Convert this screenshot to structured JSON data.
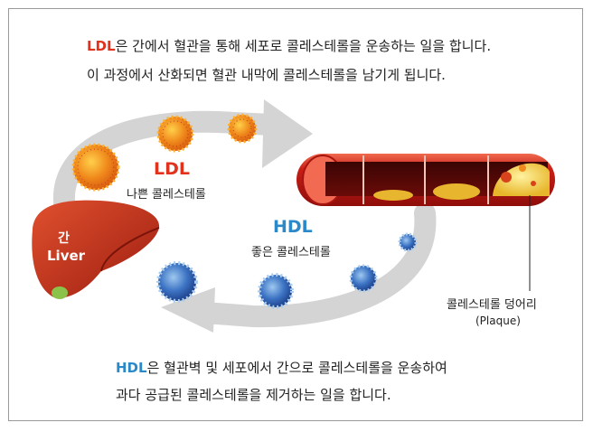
{
  "top_text": {
    "line1_ldl": "LDL",
    "line1_rest": "은 간에서 혈관을 통해 세포로 콜레스테롤을 운송하는 일을 합니다.",
    "line2": "이 과정에서 산화되면 혈관 내막에 콜레스테롤을 남기게 됩니다."
  },
  "ldl": {
    "title": "LDL",
    "subtitle": "나쁜 콜레스테롤"
  },
  "hdl": {
    "title": "HDL",
    "subtitle": "좋은 콜레스테롤"
  },
  "liver": {
    "korean": "간",
    "english": "Liver"
  },
  "plaque": {
    "label": "콜레스테롤 덩어리",
    "english": "(Plaque)"
  },
  "bottom_text": {
    "line1_hdl": "HDL",
    "line1_rest": "은 혈관벽 및 세포에서 간으로 콜레스테롤을 운송하여",
    "line2": "과다 공급된 콜레스테롤을 제거하는 일을 합니다."
  },
  "colors": {
    "ldl_red": "#e0321c",
    "hdl_blue": "#2b88c9",
    "arrow_gray": "#d4d4d4"
  }
}
